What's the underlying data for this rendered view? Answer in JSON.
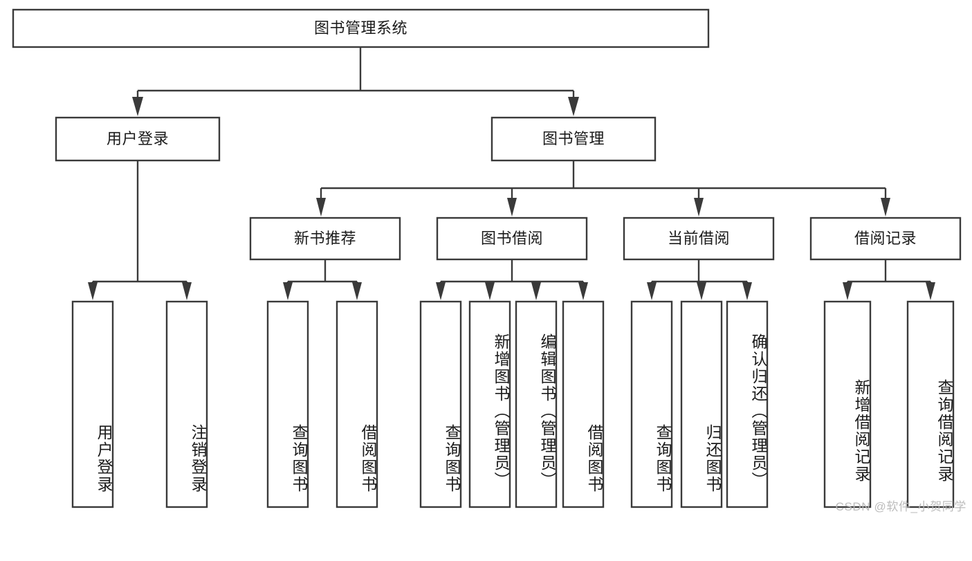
{
  "diagram": {
    "type": "tree-flowchart",
    "title": "图书管理系统",
    "watermark": "CSDN @软件_小贺同学",
    "colors": {
      "stroke": "#3a3a3a",
      "fill": "#ffffff",
      "text": "#1b1b1b",
      "watermark": "#b9b9b9",
      "background": "#ffffff"
    },
    "nodes": {
      "root": {
        "label": "图书管理系统"
      },
      "level2": [
        {
          "label": "用户登录"
        },
        {
          "label": "图书管理"
        }
      ],
      "level3": [
        {
          "label": "新书推荐"
        },
        {
          "label": "图书借阅"
        },
        {
          "label": "当前借阅"
        },
        {
          "label": "借阅记录"
        }
      ],
      "leaves": {
        "user_login": [
          {
            "label": "用户登录"
          },
          {
            "label": "注销登录"
          }
        ],
        "new_book": [
          {
            "label": "查询图书"
          },
          {
            "label": "借阅图书"
          }
        ],
        "borrow_book": [
          {
            "label": "查询图书"
          },
          {
            "label": "新增图书（管理员）"
          },
          {
            "label": "编辑图书（管理员）"
          },
          {
            "label": "借阅图书"
          }
        ],
        "current_borrow": [
          {
            "label": "查询图书"
          },
          {
            "label": "归还图书"
          },
          {
            "label": "确认归还（管理员）"
          }
        ],
        "borrow_record": [
          {
            "label": "新增借阅记录"
          },
          {
            "label": "查询借阅记录"
          }
        ]
      }
    }
  }
}
